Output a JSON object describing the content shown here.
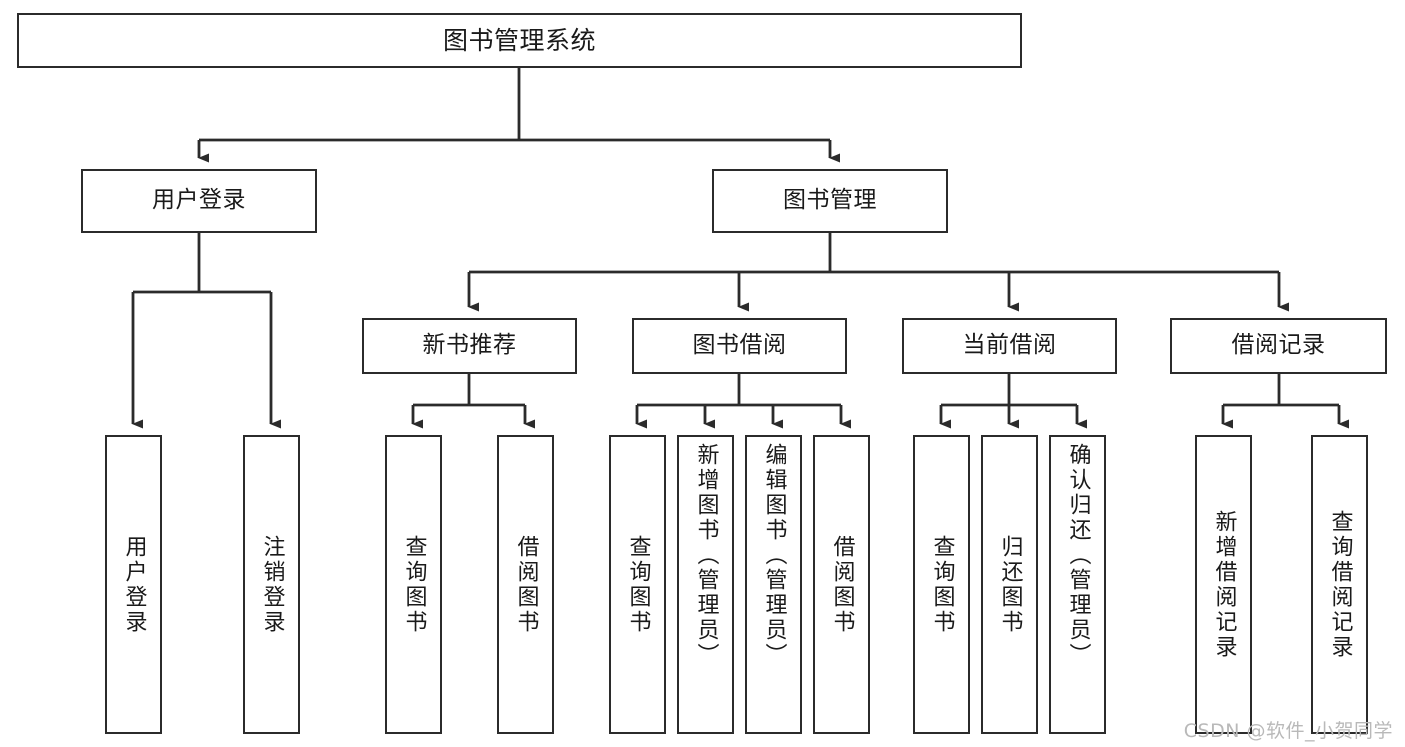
{
  "diagram": {
    "title": "图书管理系统",
    "type": "hierarchy-tree",
    "watermark": "CSDN @软件_小贺同学",
    "colors": {
      "stroke": "#2b2b2b",
      "fill": "#ffffff",
      "text": "#1a1a1a",
      "watermark": "#b9b9b9"
    },
    "root": {
      "label": "图书管理系统"
    },
    "level2": [
      {
        "label": "用户登录"
      },
      {
        "label": "图书管理"
      }
    ],
    "level3": [
      {
        "label": "新书推荐"
      },
      {
        "label": "图书借阅"
      },
      {
        "label": "当前借阅"
      },
      {
        "label": "借阅记录"
      }
    ],
    "leaves": {
      "user_login": [
        {
          "label": "用户登录"
        },
        {
          "label": "注销登录"
        }
      ],
      "new_book": [
        {
          "label": "查询图书"
        },
        {
          "label": "借阅图书"
        }
      ],
      "book_borrow": [
        {
          "label": "查询图书"
        },
        {
          "label": "新增图书（管理员）"
        },
        {
          "label": "编辑图书（管理员）"
        },
        {
          "label": "借阅图书"
        }
      ],
      "current_borrow": [
        {
          "label": "查询图书"
        },
        {
          "label": "归还图书"
        },
        {
          "label": "确认归还（管理员）"
        }
      ],
      "borrow_record": [
        {
          "label": "新增借阅记录"
        },
        {
          "label": "查询借阅记录"
        }
      ]
    }
  }
}
